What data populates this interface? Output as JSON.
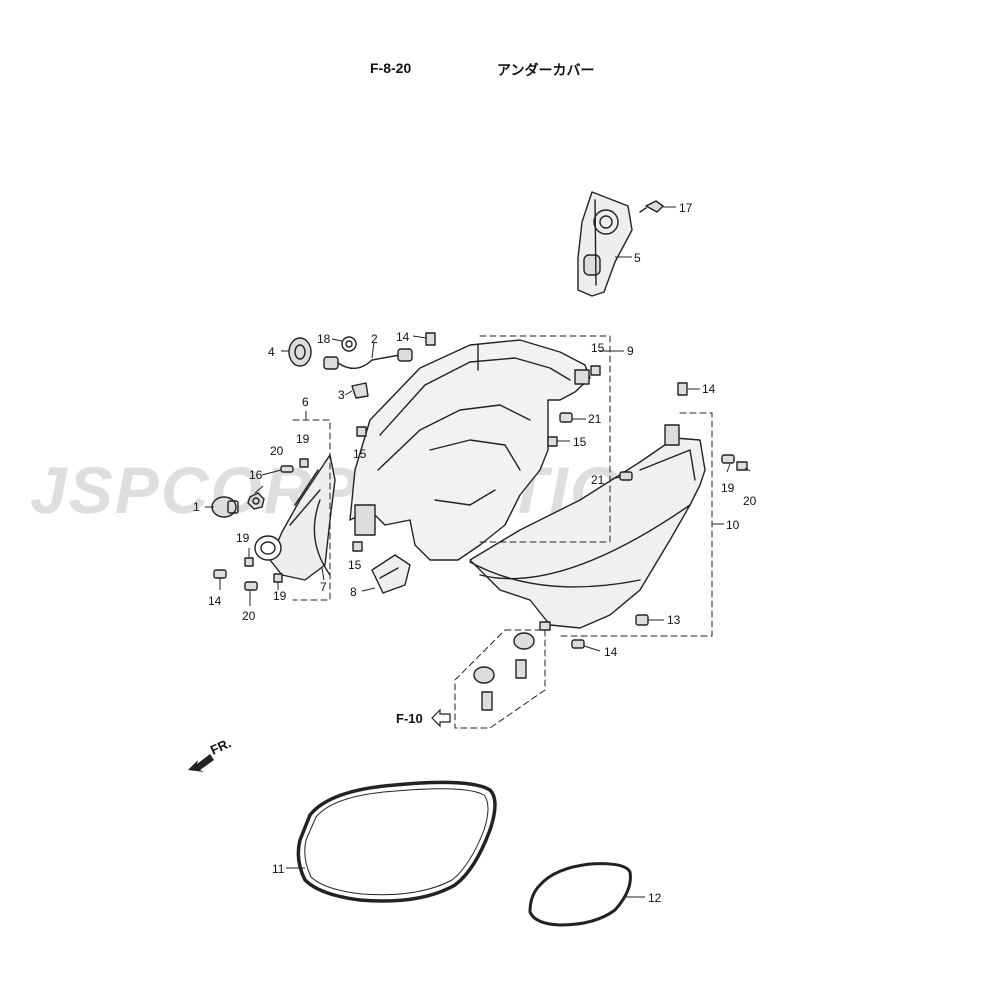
{
  "header": {
    "page_code": "F-8-20",
    "title": "アンダーカバー"
  },
  "watermark": "JSPCORPORATION",
  "reference": {
    "label": "F-10"
  },
  "direction": {
    "label": "FR."
  },
  "callouts": {
    "c1": "1",
    "c2": "2",
    "c3": "3",
    "c4": "4",
    "c5": "5",
    "c6": "6",
    "c7": "7",
    "c8": "8",
    "c9": "9",
    "c10": "10",
    "c11": "11",
    "c12": "12",
    "c13": "13",
    "c14a": "14",
    "c14b": "14",
    "c14c": "14",
    "c14d": "14",
    "c15a": "15",
    "c15b": "15",
    "c15c": "15",
    "c15d": "15",
    "c16": "16",
    "c17": "17",
    "c18": "18",
    "c19a": "19",
    "c19b": "19",
    "c19c": "19",
    "c19d": "19",
    "c20a": "20",
    "c20b": "20",
    "c20c": "20",
    "c21a": "21",
    "c21b": "21"
  },
  "colors": {
    "line": "#222222",
    "watermark": "#d9d9d9",
    "part_fill": "#eeeeee"
  }
}
